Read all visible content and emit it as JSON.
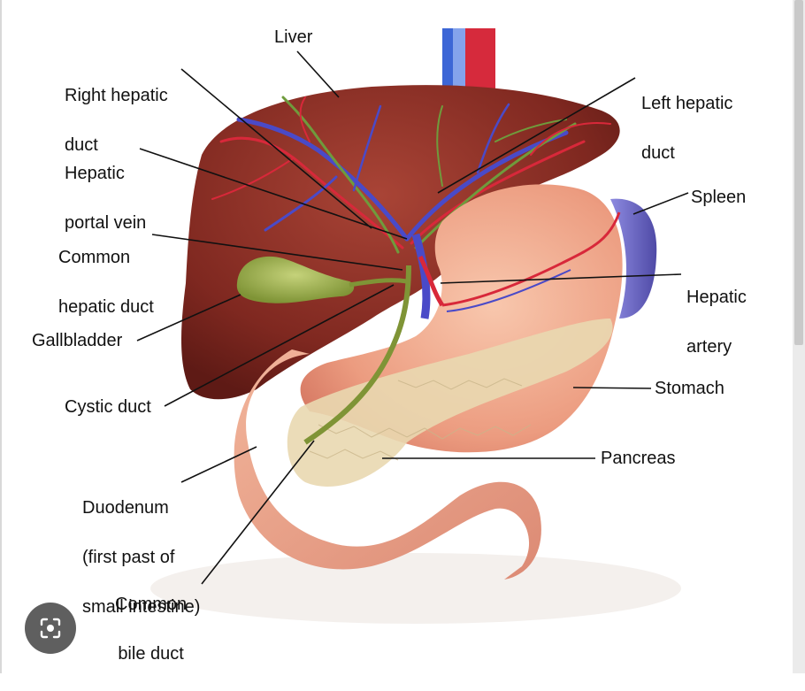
{
  "labels": {
    "liver": "Liver",
    "right_hepatic_duct": [
      "Right hepatic",
      "duct"
    ],
    "hepatic_portal_vein": [
      "Hepatic",
      "portal vein"
    ],
    "common_hepatic_duct": [
      "Common",
      "hepatic duct"
    ],
    "gallbladder": "Gallbladder",
    "cystic_duct": "Cystic duct",
    "duodenum": [
      "Duodenum",
      "(first past of",
      "small intestine)"
    ],
    "common_bile_duct": [
      "Common",
      "bile duct"
    ],
    "left_hepatic_duct": [
      "Left hepatic",
      "duct"
    ],
    "spleen": "Spleen",
    "hepatic_artery": [
      "Hepatic",
      "artery"
    ],
    "stomach": "Stomach",
    "pancreas": "Pancreas"
  },
  "colors": {
    "liver": "#8e2f26",
    "gallbladder": "#9cae4c",
    "stomach": "#f0a88a",
    "pancreas": "#e9d8b0",
    "spleen": "#6b6bc0",
    "vein": "#4a4ac8",
    "artery": "#d8283a"
  },
  "icons": {
    "lens_button": "lens-search-icon"
  }
}
